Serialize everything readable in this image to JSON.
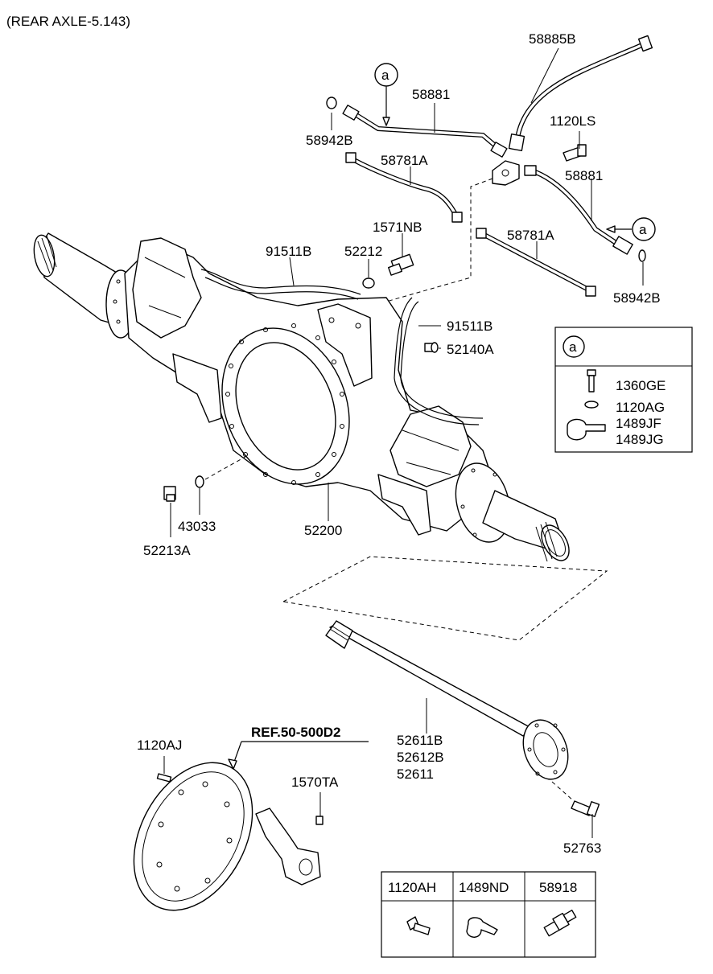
{
  "header": {
    "title": "(REAR AXLE-5.143)"
  },
  "callouts": [
    {
      "id": "58885B",
      "label": "58885B"
    },
    {
      "id": "58881_top",
      "label": "58881"
    },
    {
      "id": "58942B_top",
      "label": "58942B"
    },
    {
      "id": "1120LS",
      "label": "1120LS"
    },
    {
      "id": "58781A_top",
      "label": "58781A"
    },
    {
      "id": "58881_right",
      "label": "58881"
    },
    {
      "id": "1571NB",
      "label": "1571NB"
    },
    {
      "id": "91511B_top",
      "label": "91511B"
    },
    {
      "id": "52212",
      "label": "52212"
    },
    {
      "id": "58781A_right",
      "label": "58781A"
    },
    {
      "id": "58942B_right",
      "label": "58942B"
    },
    {
      "id": "91511B_right",
      "label": "91511B"
    },
    {
      "id": "52140A",
      "label": "52140A"
    },
    {
      "id": "43033",
      "label": "43033"
    },
    {
      "id": "52213A",
      "label": "52213A"
    },
    {
      "id": "52200",
      "label": "52200"
    },
    {
      "id": "52611B",
      "label": "52611B"
    },
    {
      "id": "52612B",
      "label": "52612B"
    },
    {
      "id": "52611",
      "label": "52611"
    },
    {
      "id": "1120AJ",
      "label": "1120AJ"
    },
    {
      "id": "1570TA",
      "label": "1570TA"
    },
    {
      "id": "52763",
      "label": "52763"
    }
  ],
  "reference": {
    "label": "REF.50-500D2"
  },
  "markers": {
    "a": "a"
  },
  "legend_a": {
    "title": "a",
    "items": [
      {
        "label": "1360GE",
        "icon": "bolt-icon"
      },
      {
        "label": "1120AG",
        "icon": "washer-icon"
      },
      {
        "label": "1489JF",
        "icon": "clip-icon"
      },
      {
        "label": "1489JG",
        "icon": "clip-icon"
      }
    ]
  },
  "parts_table": {
    "columns": [
      "1120AH",
      "1489ND",
      "58918"
    ],
    "icons": [
      "bolt-icon",
      "clip-icon",
      "fitting-icon"
    ]
  }
}
